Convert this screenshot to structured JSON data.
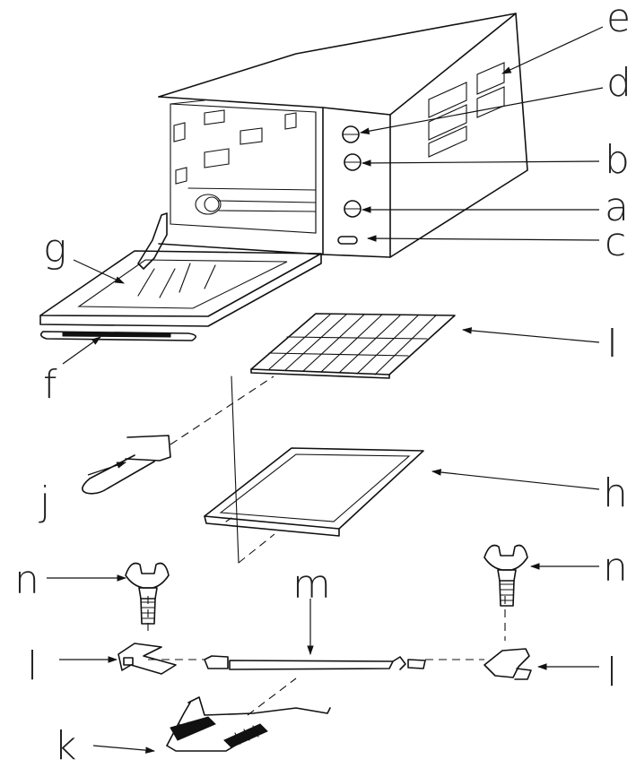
{
  "callouts": [
    {
      "id": "a",
      "text": "a",
      "part": "control-knob-lower"
    },
    {
      "id": "b",
      "text": "b",
      "part": "control-knob-middle"
    },
    {
      "id": "c",
      "text": "c",
      "part": "indicator-lamp"
    },
    {
      "id": "d",
      "text": "d",
      "part": "control-knob-upper"
    },
    {
      "id": "e",
      "text": "e",
      "part": "side-vents"
    },
    {
      "id": "f",
      "text": "f",
      "part": "door-handle"
    },
    {
      "id": "g",
      "text": "g",
      "part": "glass-door"
    },
    {
      "id": "h",
      "text": "h",
      "part": "baking-tray"
    },
    {
      "id": "i",
      "text": "I",
      "part": "wire-rack"
    },
    {
      "id": "j",
      "text": "j",
      "part": "tray-handle"
    },
    {
      "id": "k",
      "text": "k",
      "part": "skewers"
    },
    {
      "id": "l_left",
      "text": "l",
      "part": "rotisserie-fork-left"
    },
    {
      "id": "l_right",
      "text": "l",
      "part": "rotisserie-fork-right"
    },
    {
      "id": "m",
      "text": "m",
      "part": "rotisserie-spit"
    },
    {
      "id": "n_left",
      "text": "n",
      "part": "wing-screw-left"
    },
    {
      "id": "n_right",
      "text": "n",
      "part": "wing-screw-right"
    }
  ]
}
